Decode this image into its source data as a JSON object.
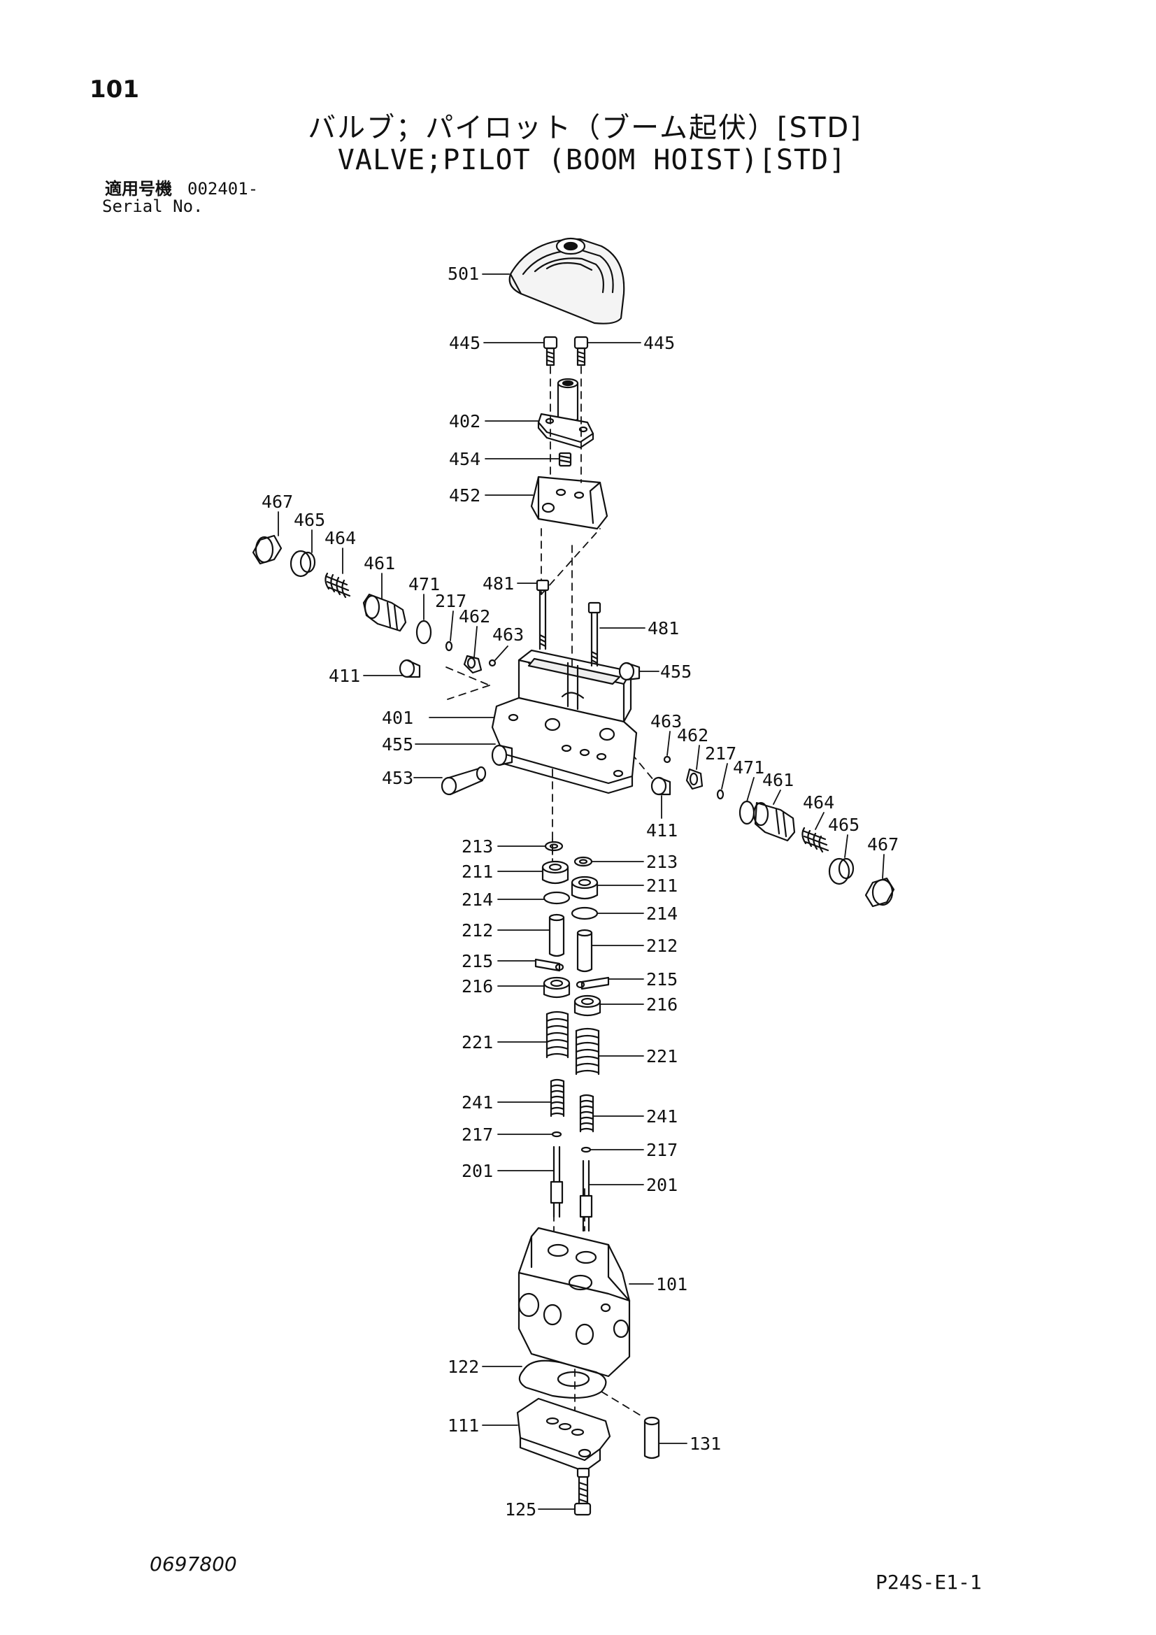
{
  "page_number": "101",
  "title_ja": "バルブ；パイロット（ブーム起伏）[STD]",
  "title_en": "VALVE;PILOT (BOOM HOIST)[STD]",
  "serial": {
    "label_ja": "適用号機",
    "label_en": "Serial No.",
    "value": "002401-"
  },
  "doc_number": "0697800",
  "page_code": "P24S-E1-1",
  "callouts": [
    {
      "id": "c501l",
      "num": "501",
      "side": "left"
    },
    {
      "id": "c445l",
      "num": "445",
      "side": "left"
    },
    {
      "id": "c445r",
      "num": "445",
      "side": "right"
    },
    {
      "id": "c402l",
      "num": "402",
      "side": "left"
    },
    {
      "id": "c454l",
      "num": "454",
      "side": "left"
    },
    {
      "id": "c452l",
      "num": "452",
      "side": "left"
    },
    {
      "id": "c467a",
      "num": "467",
      "side": "top"
    },
    {
      "id": "c465a",
      "num": "465",
      "side": "top"
    },
    {
      "id": "c464a",
      "num": "464",
      "side": "top"
    },
    {
      "id": "c461a",
      "num": "461",
      "side": "top"
    },
    {
      "id": "c471a",
      "num": "471",
      "side": "top"
    },
    {
      "id": "c217a",
      "num": "217",
      "side": "top"
    },
    {
      "id": "c462a",
      "num": "462",
      "side": "top"
    },
    {
      "id": "c463a",
      "num": "463",
      "side": "top"
    },
    {
      "id": "c481l",
      "num": "481",
      "side": "left"
    },
    {
      "id": "c481r",
      "num": "481",
      "side": "right"
    },
    {
      "id": "c411l",
      "num": "411",
      "side": "left"
    },
    {
      "id": "c455r",
      "num": "455",
      "side": "right"
    },
    {
      "id": "c401l",
      "num": "401",
      "side": "left"
    },
    {
      "id": "c455l",
      "num": "455",
      "side": "left"
    },
    {
      "id": "c453l",
      "num": "453",
      "side": "left"
    },
    {
      "id": "c463b",
      "num": "463",
      "side": "top"
    },
    {
      "id": "c462b",
      "num": "462",
      "side": "top"
    },
    {
      "id": "c217b",
      "num": "217",
      "side": "top"
    },
    {
      "id": "c471b",
      "num": "471",
      "side": "top"
    },
    {
      "id": "c461b",
      "num": "461",
      "side": "top"
    },
    {
      "id": "c464b",
      "num": "464",
      "side": "top"
    },
    {
      "id": "c465b",
      "num": "465",
      "side": "top"
    },
    {
      "id": "c467b",
      "num": "467",
      "side": "top"
    },
    {
      "id": "c411b",
      "num": "411",
      "side": "bottom"
    },
    {
      "id": "c213l",
      "num": "213",
      "side": "left"
    },
    {
      "id": "c213r",
      "num": "213",
      "side": "right"
    },
    {
      "id": "c211l",
      "num": "211",
      "side": "left"
    },
    {
      "id": "c211r",
      "num": "211",
      "side": "right"
    },
    {
      "id": "c214l",
      "num": "214",
      "side": "left"
    },
    {
      "id": "c214r",
      "num": "214",
      "side": "right"
    },
    {
      "id": "c212l",
      "num": "212",
      "side": "left"
    },
    {
      "id": "c212r",
      "num": "212",
      "side": "right"
    },
    {
      "id": "c215l",
      "num": "215",
      "side": "left"
    },
    {
      "id": "c215r",
      "num": "215",
      "side": "right"
    },
    {
      "id": "c216l",
      "num": "216",
      "side": "left"
    },
    {
      "id": "c216r",
      "num": "216",
      "side": "right"
    },
    {
      "id": "c221l",
      "num": "221",
      "side": "left"
    },
    {
      "id": "c221r",
      "num": "221",
      "side": "right"
    },
    {
      "id": "c241l",
      "num": "241",
      "side": "left"
    },
    {
      "id": "c241r",
      "num": "241",
      "side": "right"
    },
    {
      "id": "c217l",
      "num": "217",
      "side": "left"
    },
    {
      "id": "c217r",
      "num": "217",
      "side": "right"
    },
    {
      "id": "c201l",
      "num": "201",
      "side": "left"
    },
    {
      "id": "c201r",
      "num": "201",
      "side": "right"
    },
    {
      "id": "c101r",
      "num": "101",
      "side": "right"
    },
    {
      "id": "c122l",
      "num": "122",
      "side": "left"
    },
    {
      "id": "c111l",
      "num": "111",
      "side": "left"
    },
    {
      "id": "c131r",
      "num": "131",
      "side": "right"
    },
    {
      "id": "c125l",
      "num": "125",
      "side": "left"
    }
  ]
}
